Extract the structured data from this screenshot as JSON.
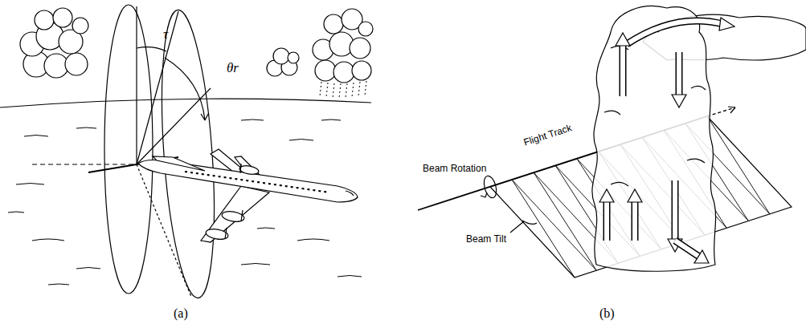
{
  "diagram": {
    "labels": [
      "τ",
      "θr",
      "(a)",
      "(b)",
      "Beam Rotation",
      "Flight Track",
      "Beam Tilt"
    ]
  }
}
